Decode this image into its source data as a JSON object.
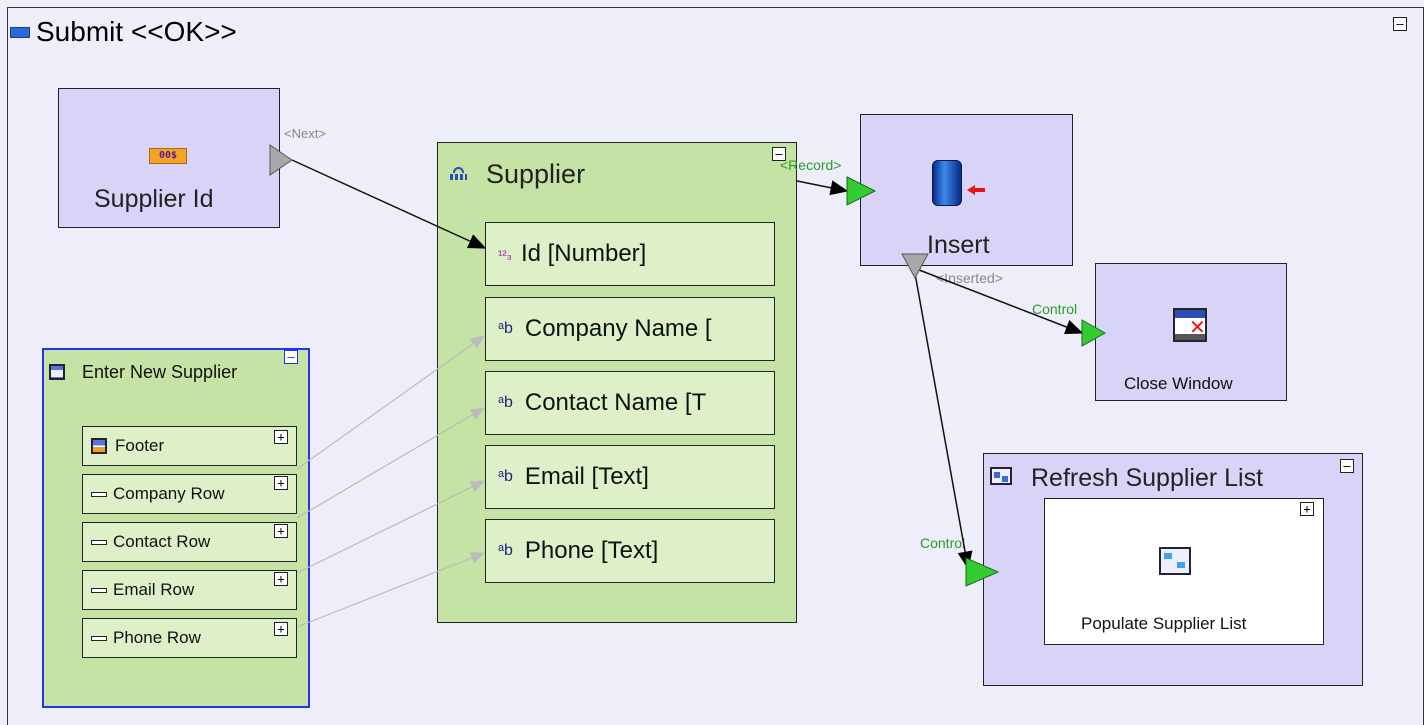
{
  "title": "Submit <<OK>>",
  "supplier_id": {
    "icon": "field-icon",
    "label": "Supplier Id",
    "port": "<Next>"
  },
  "supplier": {
    "title": "Supplier",
    "port": "<Record>",
    "fields": [
      {
        "label": "Id [Number]",
        "icon": "number-type-icon",
        "glyph": "¹²₃"
      },
      {
        "label": "Company Name [",
        "icon": "text-type-icon",
        "glyph": "ᵃb"
      },
      {
        "label": "Contact Name [T",
        "icon": "text-type-icon",
        "glyph": "ᵃb"
      },
      {
        "label": "Email [Text]",
        "icon": "text-type-icon",
        "glyph": "ᵃb"
      },
      {
        "label": "Phone [Text]",
        "icon": "text-type-icon",
        "glyph": "ᵃb"
      }
    ]
  },
  "enter_new_supplier": {
    "title": "Enter New Supplier",
    "rows": [
      {
        "label": "Footer"
      },
      {
        "label": "Company Row"
      },
      {
        "label": "Contact Row"
      },
      {
        "label": "Email Row"
      },
      {
        "label": "Phone Row"
      }
    ]
  },
  "insert": {
    "label": "Insert",
    "port": "<Inserted>"
  },
  "close_window": {
    "label": "Close Window",
    "port": "Control"
  },
  "refresh": {
    "title": "Refresh Supplier List",
    "port": "Control",
    "inner": "Populate Supplier List"
  },
  "colors": {
    "node_purple": "#d7d4f7",
    "node_green": "#c5e3a5",
    "port_green": "#33cc33",
    "port_gray": "#a8a8a8"
  }
}
